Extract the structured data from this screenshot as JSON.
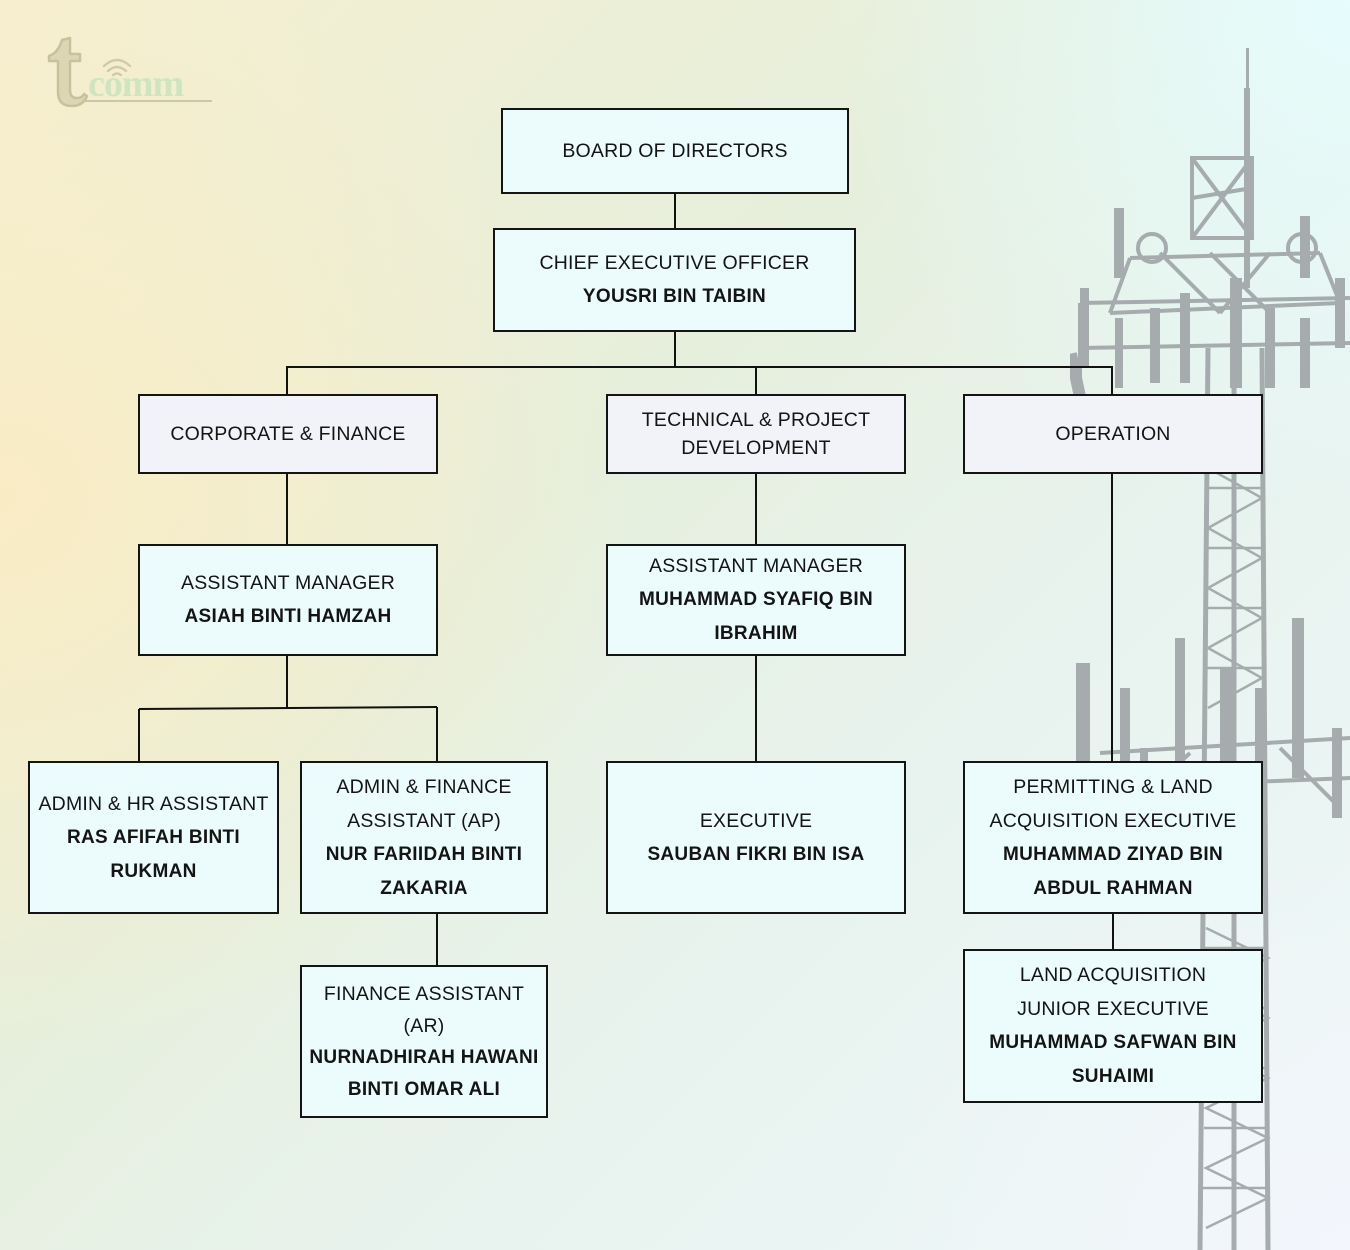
{
  "logo": {
    "letter": "t",
    "wordmark": "comm",
    "colors": {
      "t_fill": "#ddd6b4",
      "t_outline": "#c9c19c",
      "wordmark": "#cfe4c0",
      "signal": "#cfcaa9"
    }
  },
  "colors": {
    "box_border": "#141414",
    "box_fill": "#ecfbfc",
    "department_fill": "#f2f3f8",
    "connector": "#111111",
    "tower": "#a6acad",
    "background_left": "#f6efcf",
    "background_right": "#e8fbfb"
  },
  "org_chart": {
    "board": {
      "role": "BOARD OF DIRECTORS"
    },
    "ceo": {
      "role": "CHIEF EXECUTIVE OFFICER",
      "name": "YOUSRI BIN TAIBIN"
    },
    "departments": [
      {
        "title": "CORPORATE & FINANCE",
        "assistant_manager": {
          "role": "ASSISTANT MANAGER",
          "name": "ASIAH BINTI HAMZAH"
        },
        "staff": [
          {
            "role_lines": [
              "ADMIN & HR ASSISTANT"
            ],
            "name_lines": [
              "RAS AFIFAH BINTI",
              "RUKMAN"
            ]
          },
          {
            "role_lines": [
              "ADMIN & FINANCE",
              "ASSISTANT (AP)"
            ],
            "name_lines": [
              "NUR FARIIDAH BINTI",
              "ZAKARIA"
            ],
            "reports": [
              {
                "role_lines": [
                  "FINANCE ASSISTANT",
                  "(AR)"
                ],
                "name_lines": [
                  "NURNADHIRAH HAWANI",
                  "BINTI OMAR ALI"
                ]
              }
            ]
          }
        ]
      },
      {
        "title_lines": [
          "TECHNICAL & PROJECT",
          "DEVELOPMENT"
        ],
        "assistant_manager": {
          "role": "ASSISTANT MANAGER",
          "name_lines": [
            "MUHAMMAD SYAFIQ BIN",
            "IBRAHIM"
          ]
        },
        "staff": [
          {
            "role_lines": [
              "EXECUTIVE"
            ],
            "name_lines": [
              "SAUBAN FIKRI BIN ISA"
            ]
          }
        ]
      },
      {
        "title": "OPERATION",
        "staff": [
          {
            "role_lines": [
              "PERMITTING & LAND",
              "ACQUISITION EXECUTIVE"
            ],
            "name_lines": [
              "MUHAMMAD ZIYAD BIN",
              "ABDUL RAHMAN"
            ]
          },
          {
            "role_lines": [
              "LAND ACQUISITION",
              "JUNIOR EXECUTIVE"
            ],
            "name_lines": [
              "MUHAMMAD SAFWAN BIN",
              "SUHAIMI"
            ]
          }
        ]
      }
    ]
  }
}
